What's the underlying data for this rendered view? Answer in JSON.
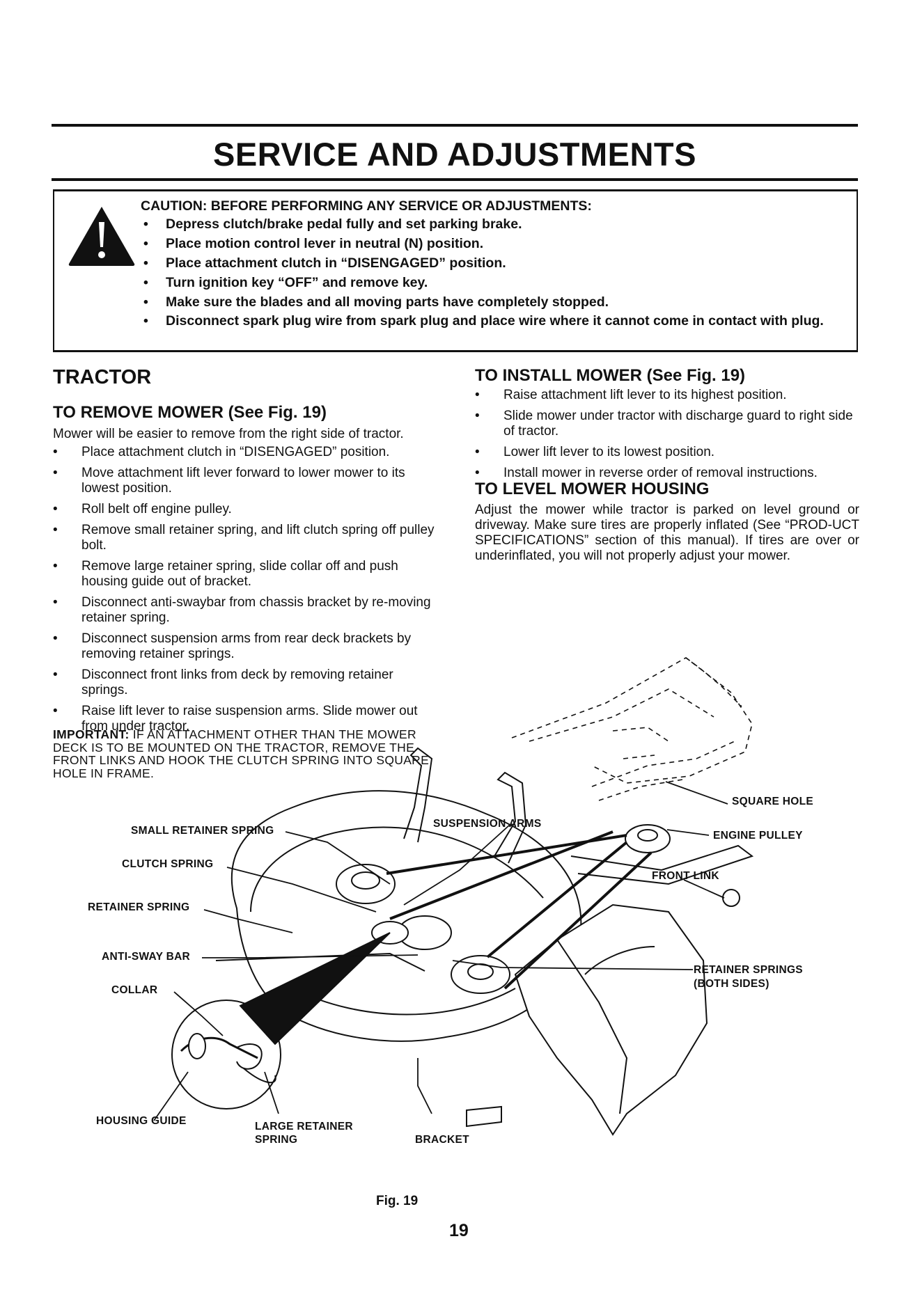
{
  "header": {
    "title": "SERVICE AND ADJUSTMENTS"
  },
  "caution": {
    "heading": "CAUTION: BEFORE PERFORMING ANY SERVICE OR ADJUSTMENTS:",
    "items": [
      "Depress clutch/brake pedal fully and set parking brake.",
      "Place motion control lever in neutral (N) position.",
      "Place attachment clutch in “DISENGAGED” position.",
      "Turn ignition key “OFF” and remove key.",
      "Make sure the blades and all moving parts have completely stopped.",
      "Disconnect spark plug wire from spark plug and place wire where it cannot come in contact with plug."
    ]
  },
  "tractor": {
    "heading": "TRACTOR",
    "remove": {
      "heading": "TO REMOVE MOWER (See Fig. 19)",
      "intro": "Mower will be easier to remove from the right side of tractor.",
      "steps": [
        "Place attachment clutch in “DISENGAGED” position.",
        "Move attachment lift lever forward to lower mower to its lowest position.",
        "Roll belt off engine pulley.",
        "Remove small retainer spring, and lift clutch spring off pulley bolt.",
        "Remove large retainer spring, slide collar off and push housing guide out of bracket.",
        "Disconnect anti-swaybar from chassis bracket by re-moving retainer spring.",
        "Disconnect suspension arms from rear deck brackets by removing retainer springs.",
        "Disconnect front links from deck by removing retainer springs.",
        "Raise lift lever to raise suspension arms. Slide mower out from under tractor."
      ],
      "important_label": "IMPORTANT:",
      "important_text": "IF AN ATTACHMENT OTHER THAN THE MOWER DECK IS TO BE MOUNTED ON THE TRACTOR, REMOVE THE FRONT LINKS AND HOOK THE CLUTCH SPRING INTO SQUARE HOLE IN FRAME."
    },
    "install": {
      "heading": "TO INSTALL MOWER (See Fig. 19)",
      "steps": [
        "Raise attachment lift lever to its highest position.",
        "Slide mower under tractor with discharge guard to right side of tractor.",
        "Lower lift lever to its lowest position.",
        "Install mower in reverse order of removal instructions."
      ]
    },
    "level": {
      "heading": "TO LEVEL MOWER HOUSING",
      "text": "Adjust the mower while tractor is parked on level ground or driveway. Make sure tires are properly inflated (See “PROD-UCT SPECIFICATIONS” section of this manual). If tires are over or underinflated, you will not properly adjust your mower."
    }
  },
  "figure": {
    "labels": {
      "square_hole": "SQUARE HOLE",
      "engine_pulley": "ENGINE PULLEY",
      "suspension_arms": "SUSPENSION ARMS",
      "small_retainer_spring": "SMALL RETAINER SPRING",
      "clutch_spring": "CLUTCH SPRING",
      "front_link": "FRONT LINK",
      "retainer_spring": "RETAINER SPRING",
      "anti_sway_bar": "ANTI-SWAY BAR",
      "retainer_springs": "RETAINER SPRINGS",
      "both_sides": "(BOTH SIDES)",
      "collar": "COLLAR",
      "housing_guide": "HOUSING GUIDE",
      "large_retainer": "LARGE RETAINER",
      "spring": "SPRING",
      "bracket": "BRACKET"
    },
    "caption": "Fig. 19"
  },
  "footer": {
    "page_number": "19"
  }
}
